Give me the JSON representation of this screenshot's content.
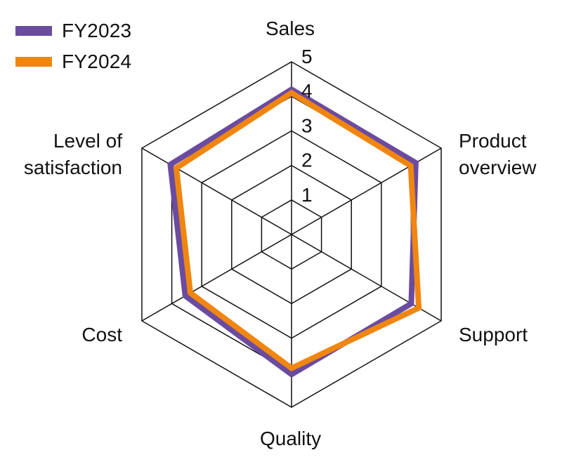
{
  "chart_data": {
    "type": "radar",
    "title": "",
    "axes": [
      "Sales",
      "Product overview",
      "Support",
      "Quality",
      "Cost",
      "Level of satisfaction"
    ],
    "axis_label_lines": [
      [
        "Sales"
      ],
      [
        "Product",
        "overview"
      ],
      [
        "Support"
      ],
      [
        "Quality"
      ],
      [
        "Cost"
      ],
      [
        "Level of",
        "satisfaction"
      ]
    ],
    "rlim": [
      0,
      5
    ],
    "ticks": [
      1,
      2,
      3,
      4,
      5
    ],
    "grid": true,
    "legend_position": "top-left",
    "series": [
      {
        "name": "FY2023",
        "color": "#6a4ba0",
        "values": [
          4.2,
          4.15,
          4.0,
          4.05,
          3.55,
          4.05
        ]
      },
      {
        "name": "FY2024",
        "color": "#f0860f",
        "values": [
          4.1,
          3.98,
          4.25,
          3.87,
          3.38,
          3.85
        ]
      }
    ]
  },
  "legend": {
    "items": [
      {
        "label": "FY2023",
        "color": "#6a4ba0"
      },
      {
        "label": "FY2024",
        "color": "#f0860f"
      }
    ]
  }
}
